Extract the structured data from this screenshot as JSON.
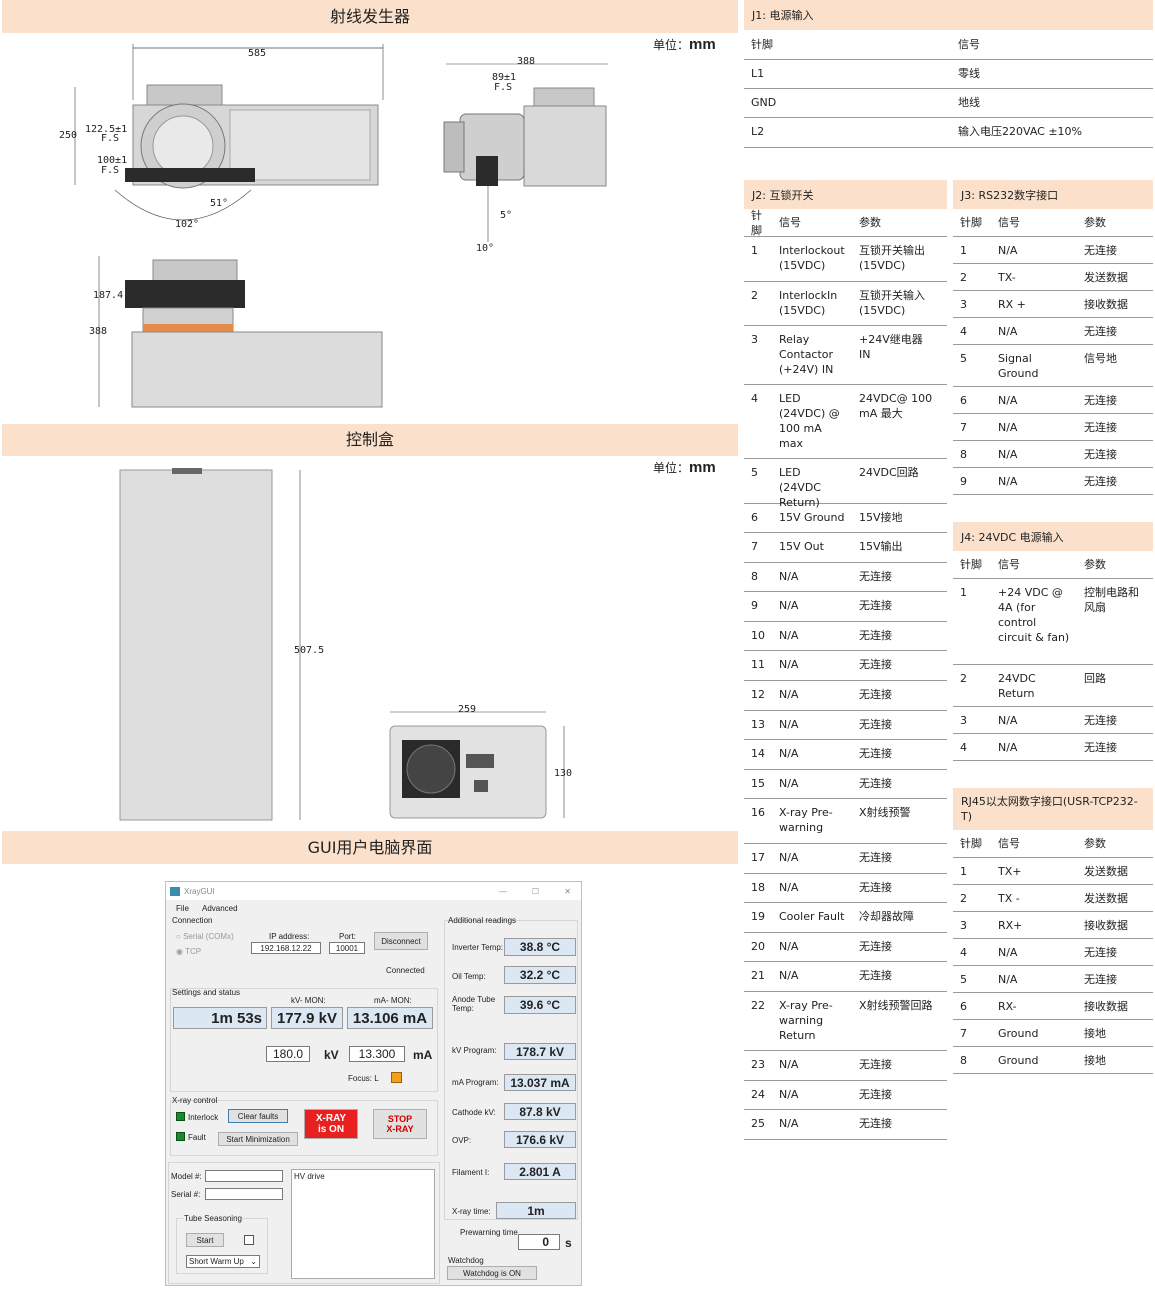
{
  "sections": {
    "generator_title": "射线发生器",
    "control_title": "控制盒",
    "gui_title": "GUI用户电脑界面",
    "unit_prefix": "单位：",
    "unit_value": "mm"
  },
  "dims": {
    "d585": "585",
    "d250": "250",
    "d1225": "122.5±1",
    "d1225fs": "F.S",
    "d100": "100±1",
    "d100fs": "F.S",
    "d51": "51°",
    "d102": "102°",
    "d388a": "388",
    "d89": "89±1",
    "d89fs": "F.S",
    "d5": "5°",
    "d10": "10°",
    "d1874": "187.4",
    "d388b": "388",
    "d5075": "507.5",
    "d259": "259",
    "d130": "130"
  },
  "j1": {
    "title": "J1: 电源输入",
    "headers": [
      "针脚",
      "信号"
    ],
    "rows": [
      [
        "L1",
        "零线"
      ],
      [
        "GND",
        "地线"
      ],
      [
        "L2",
        "输入电压220VAC ±10%"
      ]
    ]
  },
  "j2": {
    "title": "J2: 互锁开关",
    "headers": [
      "针脚",
      "信号",
      "参数"
    ],
    "rows": [
      [
        "1",
        "Interlockout (15VDC)",
        "互锁开关输出 (15VDC)"
      ],
      [
        "2",
        "InterlockIn (15VDC)",
        "互锁开关输入 (15VDC)"
      ],
      [
        "3",
        "Relay Contactor (+24V) IN",
        "+24V继电器 IN"
      ],
      [
        "4",
        "LED (24VDC) @ 100 mA max",
        "24VDC@ 100 mA 最大"
      ],
      [
        "5",
        "LED (24VDC Return)",
        "24VDC回路"
      ],
      [
        "6",
        "15V Ground",
        "15V接地"
      ],
      [
        "7",
        "15V Out",
        "15V输出"
      ],
      [
        "8",
        "N/A",
        "无连接"
      ],
      [
        "9",
        "N/A",
        "无连接"
      ],
      [
        "10",
        "N/A",
        "无连接"
      ],
      [
        "11",
        "N/A",
        "无连接"
      ],
      [
        "12",
        "N/A",
        "无连接"
      ],
      [
        "13",
        "N/A",
        "无连接"
      ],
      [
        "14",
        "N/A",
        "无连接"
      ],
      [
        "15",
        "N/A",
        "无连接"
      ],
      [
        "16",
        "X-ray Pre-warning",
        "X射线预警"
      ],
      [
        "17",
        "N/A",
        "无连接"
      ],
      [
        "18",
        "N/A",
        "无连接"
      ],
      [
        "19",
        "Cooler Fault",
        "冷却器故障"
      ],
      [
        "20",
        "N/A",
        "无连接"
      ],
      [
        "21",
        "N/A",
        "无连接"
      ],
      [
        "22",
        "X-ray Pre-warning Return",
        "X射线预警回路"
      ],
      [
        "23",
        "N/A",
        "无连接"
      ],
      [
        "24",
        "N/A",
        "无连接"
      ],
      [
        "25",
        "N/A",
        "无连接"
      ]
    ]
  },
  "j3": {
    "title": "J3: RS232数字接口",
    "headers": [
      "针脚",
      "信号",
      "参数"
    ],
    "rows": [
      [
        "1",
        "N/A",
        "无连接"
      ],
      [
        "2",
        "TX-",
        "发送数据"
      ],
      [
        "3",
        "RX +",
        "接收数据"
      ],
      [
        "4",
        "N/A",
        "无连接"
      ],
      [
        "5",
        "Signal Ground",
        "信号地"
      ],
      [
        "6",
        "N/A",
        "无连接"
      ],
      [
        "7",
        "N/A",
        "无连接"
      ],
      [
        "8",
        "N/A",
        "无连接"
      ],
      [
        "9",
        "N/A",
        "无连接"
      ]
    ]
  },
  "j4": {
    "title": "J4: 24VDC 电源输入",
    "headers": [
      "针脚",
      "信号",
      "参数"
    ],
    "rows": [
      [
        "1",
        "+24 VDC @ 4A (for control circuit & fan)",
        "控制电路和风扇"
      ],
      [
        "2",
        "24VDC Return",
        "回路"
      ],
      [
        "3",
        "N/A",
        "无连接"
      ],
      [
        "4",
        "N/A",
        "无连接"
      ]
    ]
  },
  "rj45": {
    "title": "RJ45以太网数字接口(USR-TCP232-T)",
    "headers": [
      "针脚",
      "信号",
      "参数"
    ],
    "rows": [
      [
        "1",
        "TX+",
        "发送数据"
      ],
      [
        "2",
        "TX -",
        "发送数据"
      ],
      [
        "3",
        "RX+",
        "接收数据"
      ],
      [
        "4",
        "N/A",
        "无连接"
      ],
      [
        "5",
        "N/A",
        "无连接"
      ],
      [
        "6",
        "RX-",
        "接收数据"
      ],
      [
        "7",
        "Ground",
        "接地"
      ],
      [
        "8",
        "Ground",
        "接地"
      ]
    ]
  },
  "gui": {
    "window_title": "XrayGUI",
    "menu_file": "File",
    "menu_advanced": "Advanced",
    "connection": "Connection",
    "serial": "Serial (COMx)",
    "tcp": "TCP",
    "ip_label": "IP address:",
    "ip_value": "192.168.12.22",
    "port_label": "Port:",
    "port_value": "10001",
    "disconnect": "Disconnect",
    "connected": "Connected",
    "settings": "Settings and status",
    "kv_mon": "kV- MON:",
    "ma_mon": "mA- MON:",
    "time_value": "1m 53s",
    "kv_mon_value": "177.9 kV",
    "ma_mon_value": "13.106 mA",
    "kv_set": "180.0",
    "kv_unit": "kV",
    "ma_set": "13.300",
    "ma_unit": "mA",
    "focus": "Focus: L",
    "xray_control": "X-ray control",
    "interlock": "Interlock",
    "fault": "Fault",
    "clear_faults": "Clear faults",
    "start_min": "Start Minimization",
    "xray_on_1": "X-RAY",
    "xray_on_2": "is ON",
    "stop_1": "STOP",
    "stop_2": "X-RAY",
    "model": "Model #:",
    "serial_no": "Serial #:",
    "hv_drive": "HV drive",
    "tube_seasoning": "Tube Seasoning",
    "start": "Start",
    "warm_up": "Short Warm Up",
    "additional": "Additional readings",
    "inverter_temp": "Inverter Temp:",
    "inverter_temp_value": "38.8 °C",
    "oil_temp": "Oil Temp:",
    "oil_temp_value": "32.2 °C",
    "anode_temp": "Anode Tube Temp:",
    "anode_temp_value": "39.6 °C",
    "kv_program": "kV Program:",
    "kv_program_value": "178.7 kV",
    "ma_program": "mA Program:",
    "ma_program_value": "13.037 mA",
    "cathode_kv": "Cathode kV:",
    "cathode_kv_value": "87.8 kV",
    "ovp": "OVP:",
    "ovp_value": "176.6 kV",
    "filament": "Filament I:",
    "filament_value": "2.801 A",
    "xray_time": "X-ray time:",
    "xray_time_value": "1m",
    "prewarning": "Prewarning time",
    "prewarning_value": "0",
    "prewarning_unit": "s",
    "watchdog": "Watchdog",
    "watchdog_btn": "Watchdog is ON"
  },
  "colors": {
    "band": "#fbe1cb",
    "read": "#dbe7f3",
    "led_green": "#1b8a2a",
    "xray_red": "#e82020",
    "focus_orange": "#f0a020"
  }
}
